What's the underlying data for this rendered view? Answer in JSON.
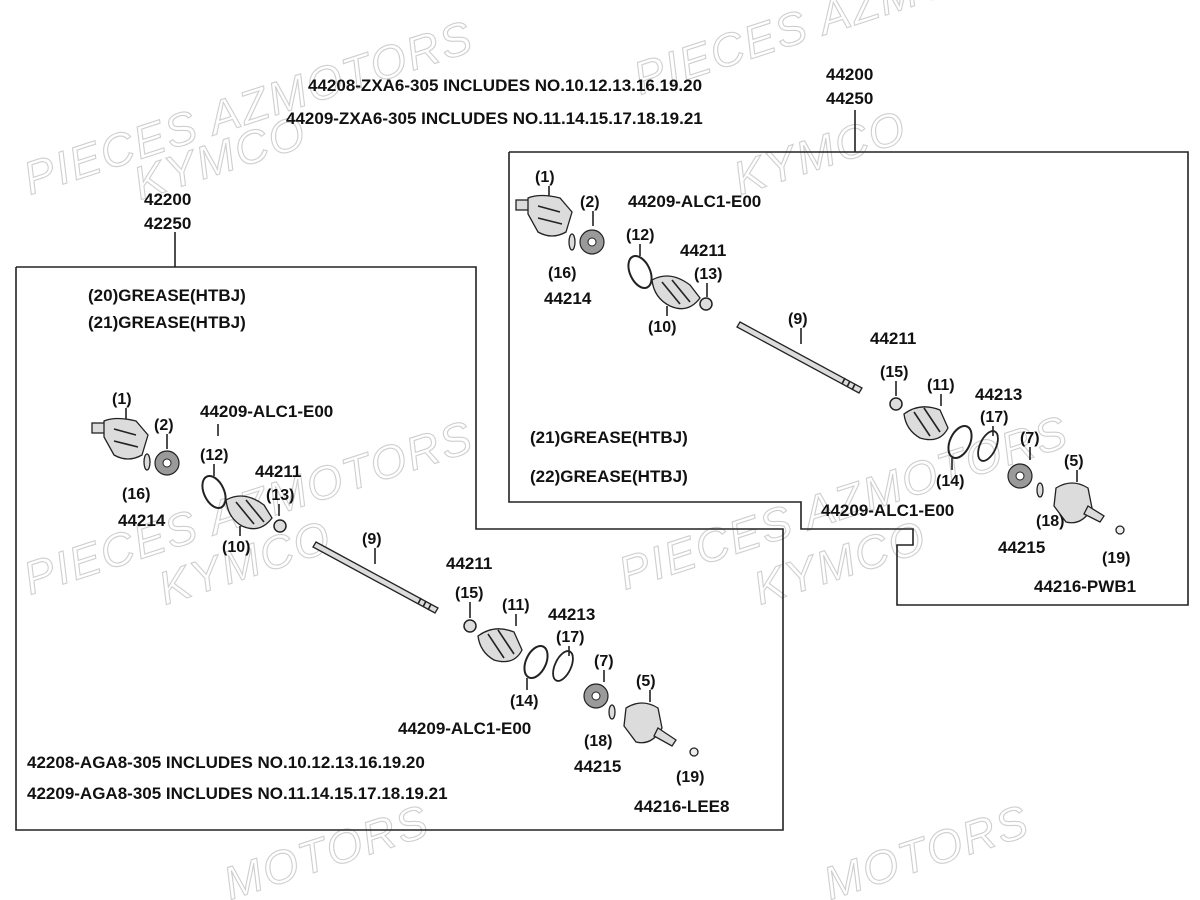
{
  "watermarks": {
    "brand_a": "PIECES AZMOTORS",
    "brand_b": "KYMCO",
    "partial": "MOTORS"
  },
  "right_assembly": {
    "includes_line_1": "44208-ZXA6-305  INCLUDES NO.10.12.13.16.19.20",
    "includes_line_2": "44209-ZXA6-305  INCLUDES NO.11.14.15.17.18.19.21",
    "code_top_1": "44200",
    "code_top_2": "44250",
    "kit_inner": "44209-ALC1-E00",
    "kit_outer": "44209-ALC1-E00",
    "grease_1": "(21)GREASE(HTBJ)",
    "grease_2": "(22)GREASE(HTBJ)",
    "p1": "(1)",
    "p2": "(2)",
    "p12": "(12)",
    "p16": "(16)",
    "p14214": "44214",
    "p44211a": "44211",
    "p13": "(13)",
    "p10": "(10)",
    "p9": "(9)",
    "p44211b": "44211",
    "p15": "(15)",
    "p11": "(11)",
    "p44213": "44213",
    "p17": "(17)",
    "p7": "(7)",
    "p5": "(5)",
    "p14": "(14)",
    "p18": "(18)",
    "p44215": "44215",
    "p19": "(19)",
    "p44216": "44216-PWB1"
  },
  "left_assembly": {
    "code_top_1": "42200",
    "code_top_2": "42250",
    "grease_1": "(20)GREASE(HTBJ)",
    "grease_2": "(21)GREASE(HTBJ)",
    "kit_inner": "44209-ALC1-E00",
    "kit_outer": "44209-ALC1-E00",
    "includes_line_1": "42208-AGA8-305  INCLUDES NO.10.12.13.16.19.20",
    "includes_line_2": "42209-AGA8-305  INCLUDES NO.11.14.15.17.18.19.21",
    "p1": "(1)",
    "p2": "(2)",
    "p12": "(12)",
    "p16": "(16)",
    "p14214": "44214",
    "p44211a": "44211",
    "p13": "(13)",
    "p10": "(10)",
    "p9": "(9)",
    "p44211b": "44211",
    "p15": "(15)",
    "p11": "(11)",
    "p44213": "44213",
    "p17": "(17)",
    "p7": "(7)",
    "p5": "(5)",
    "p14": "(14)",
    "p18": "(18)",
    "p44215": "44215",
    "p19": "(19)",
    "p44216": "44216-LEE8"
  }
}
